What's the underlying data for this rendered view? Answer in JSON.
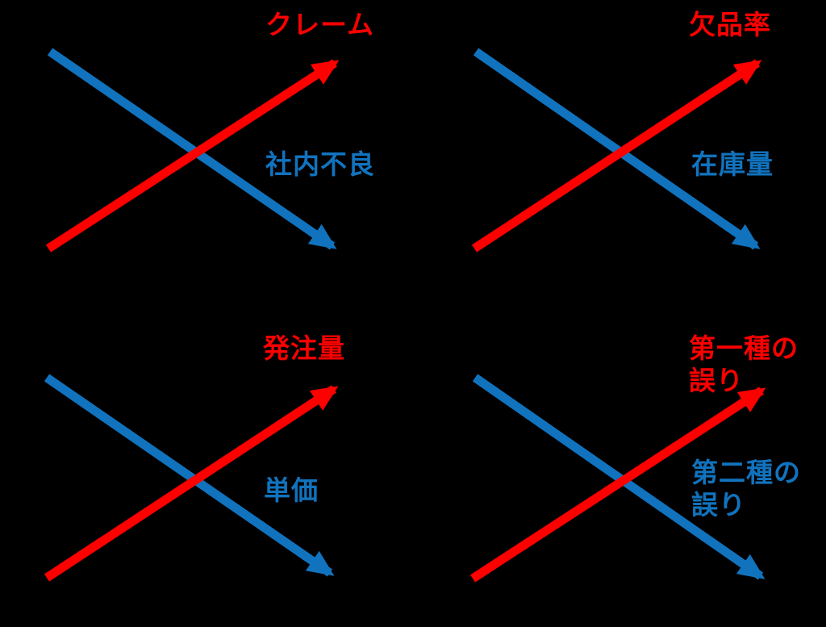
{
  "diagram": {
    "description_visible_only": "four trade-off panels, each with a rising red arrow and a falling blue arrow crossing in an X",
    "colors": {
      "background": "#000000",
      "red": "#fd0000",
      "blue": "#1173be"
    },
    "red_trend": "up",
    "blue_trend": "down",
    "panels": [
      {
        "red_label": "クレーム",
        "blue_label": "社内不良"
      },
      {
        "red_label": "欠品率",
        "blue_label": "在庫量"
      },
      {
        "red_label": "発注量",
        "blue_label": "単価"
      },
      {
        "red_label_lines": [
          "第一種の",
          "誤り"
        ],
        "blue_label_lines": [
          "第二種の",
          "誤り"
        ]
      }
    ]
  }
}
